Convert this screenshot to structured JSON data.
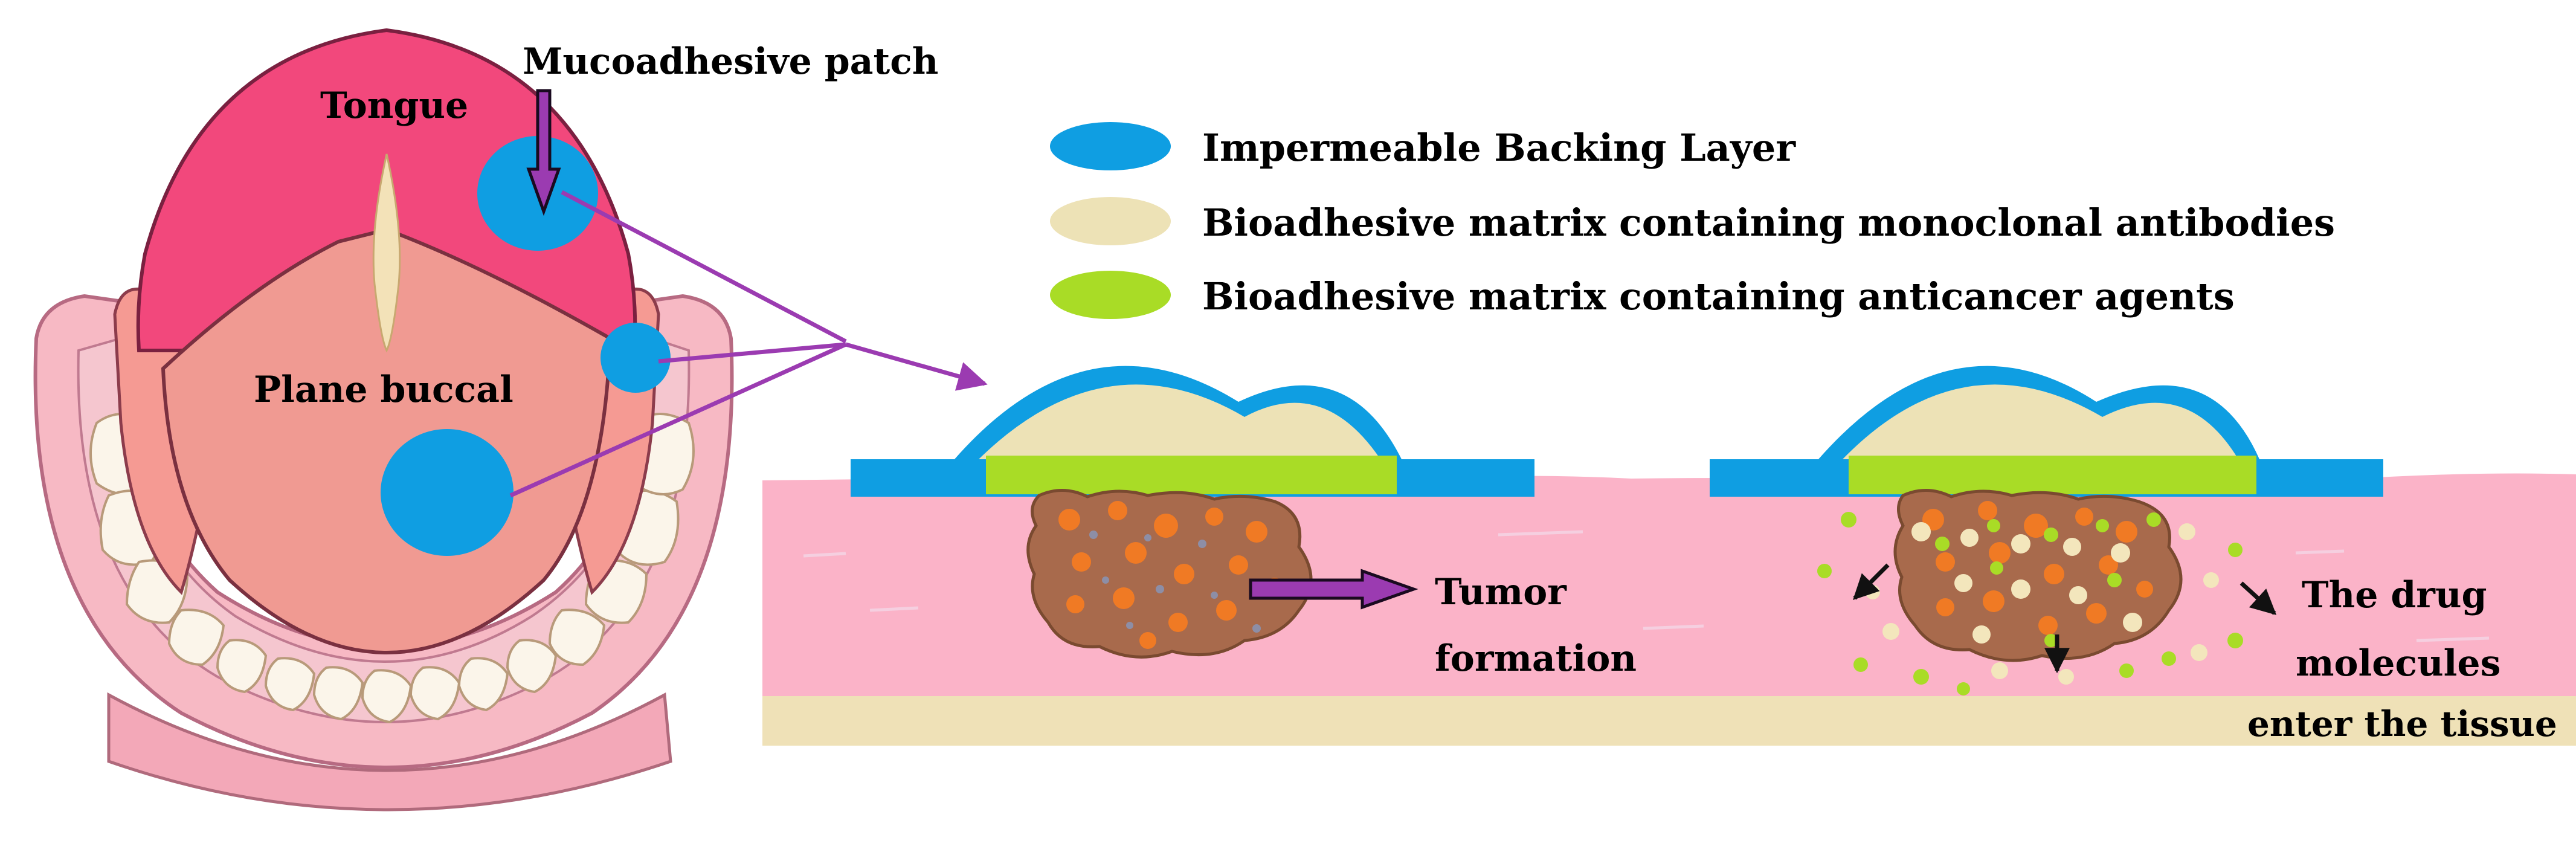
{
  "labels": {
    "tongue": "Tongue",
    "mucoadhesive_patch": "Mucoadhesive patch",
    "plane_buccal": "Plane buccal",
    "tumor_line1": "Tumor",
    "tumor_line2": "formation",
    "drug_line1": "The drug",
    "drug_line2": "molecules",
    "drug_line3": "enter the tissue"
  },
  "legend": [
    {
      "label": "Impermeable Backing Layer",
      "color": "#0f9ee2"
    },
    {
      "label": "Bioadhesive matrix containing monoclonal antibodies",
      "color": "#ede2b6"
    },
    {
      "label": "Bioadhesive matrix containing anticancer agents",
      "color": "#a9dc26"
    }
  ],
  "colors": {
    "tongue": "#f2487c",
    "buccal": "#f09a92",
    "gum": "#f7b9c4",
    "teeth": "#fbf5ea",
    "tissue": "#fbb3c8",
    "base_layer": "#efe1b7",
    "backing": "#0f9ee2",
    "antibody_matrix": "#ede2b6",
    "anticancer_matrix": "#a9dc26",
    "tumor": "#a86a4c",
    "tumor_spot": "#f07a24",
    "arrow": "#9b3bb1"
  }
}
